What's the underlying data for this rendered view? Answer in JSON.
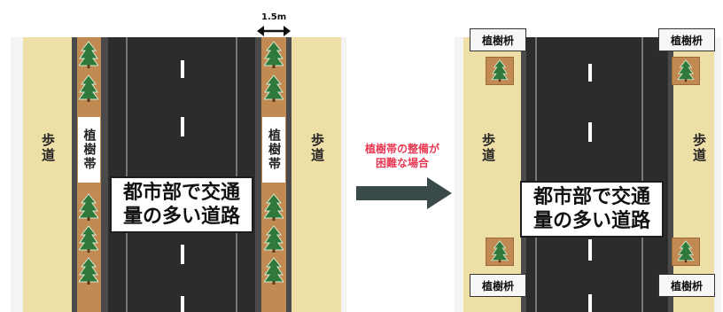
{
  "before": {
    "sidewalk_label": "歩道",
    "planting_belt_label": "植樹帯",
    "road_label": "都市部で交通\n量の多い道路",
    "width_label": "1.5m"
  },
  "transition": {
    "note": "植樹帯の整備が\n困難な場合"
  },
  "after": {
    "sidewalk_label": "歩道",
    "tree_pit_label": "植樹枡",
    "road_label": "都市部で交通\n量の多い道路"
  },
  "colors": {
    "sidewalk": "#eedfa7",
    "planting_strip": "#c08a52",
    "road": "#2c2c2c",
    "tree": "#2f7a3a",
    "arrow": "#3a4a4a",
    "note_text": "#e83a54"
  }
}
